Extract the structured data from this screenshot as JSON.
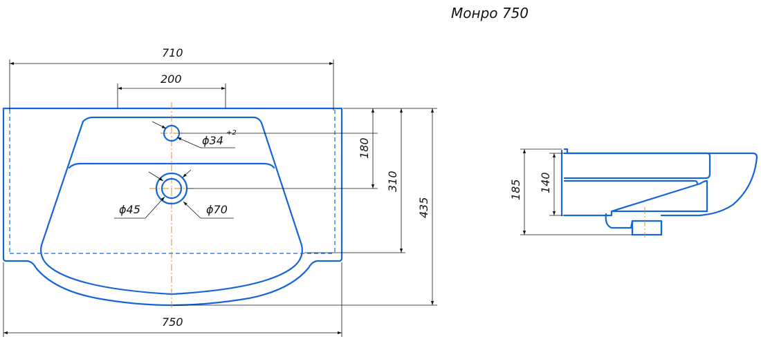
{
  "title": "Монро 750",
  "top_view": {
    "dim_width_total": "750",
    "dim_width_inner": "710",
    "dim_hole_spacing": "200",
    "dim_depth_to_tap": "180",
    "dim_depth_to_drain": "310",
    "dim_depth_total": "435",
    "dim_tap_hole": "ϕ34",
    "dim_tap_hole_tolerance": "+2",
    "dim_drain_inner": "ϕ45",
    "dim_drain_outer": "ϕ70"
  },
  "side_view": {
    "dim_height_total": "185",
    "dim_height_bowl": "140"
  },
  "colors": {
    "outline": "#1565d8",
    "dimension": "#111111",
    "axis": "#d08a2a"
  }
}
